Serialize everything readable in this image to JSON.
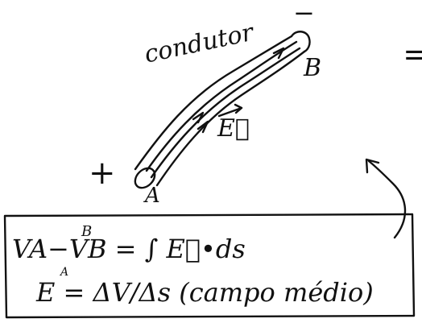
{
  "labels": {
    "condutor": "condutor",
    "point_b": "B",
    "field": "E⃗",
    "point_a": "A",
    "plus": "+",
    "minus": "−",
    "equals": "="
  },
  "formula": {
    "line1": "VA−VB = ∫ E⃗•ds",
    "lower_limit": "A",
    "upper_limit": "B",
    "line2": "E = ΔV/Δs (campo médio)"
  }
}
